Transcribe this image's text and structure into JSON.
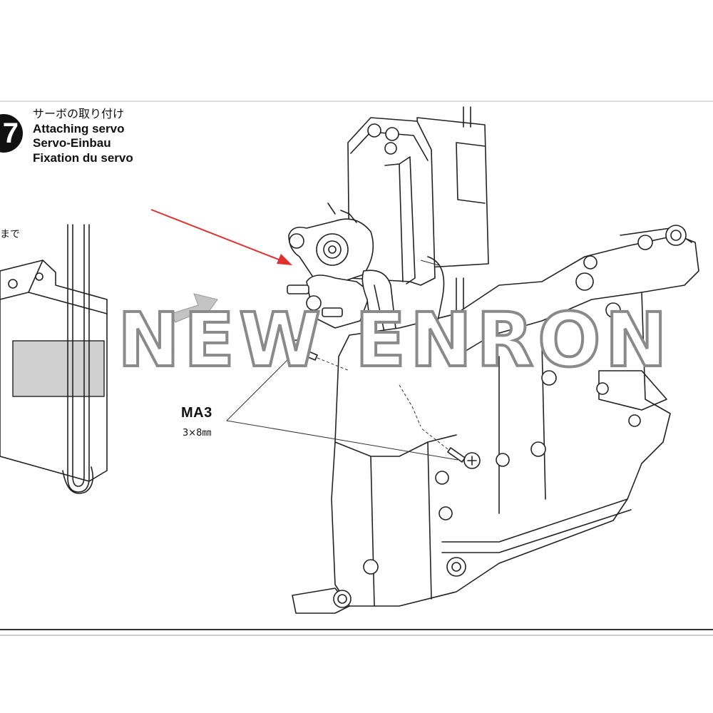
{
  "step": {
    "number": "7",
    "title_jp": "サーボの取り付け",
    "title_en": "Attaching servo",
    "title_de": "Servo-Einbau",
    "title_fr": "Fixation du servo"
  },
  "side_note": "まで",
  "part": {
    "code": "MA3",
    "size": "3×8㎜"
  },
  "watermark": "NEW ENRON",
  "colors": {
    "arrow": "#e03030",
    "tape": "#d0d0d0",
    "watermark_outline": "#8a8a8a"
  }
}
